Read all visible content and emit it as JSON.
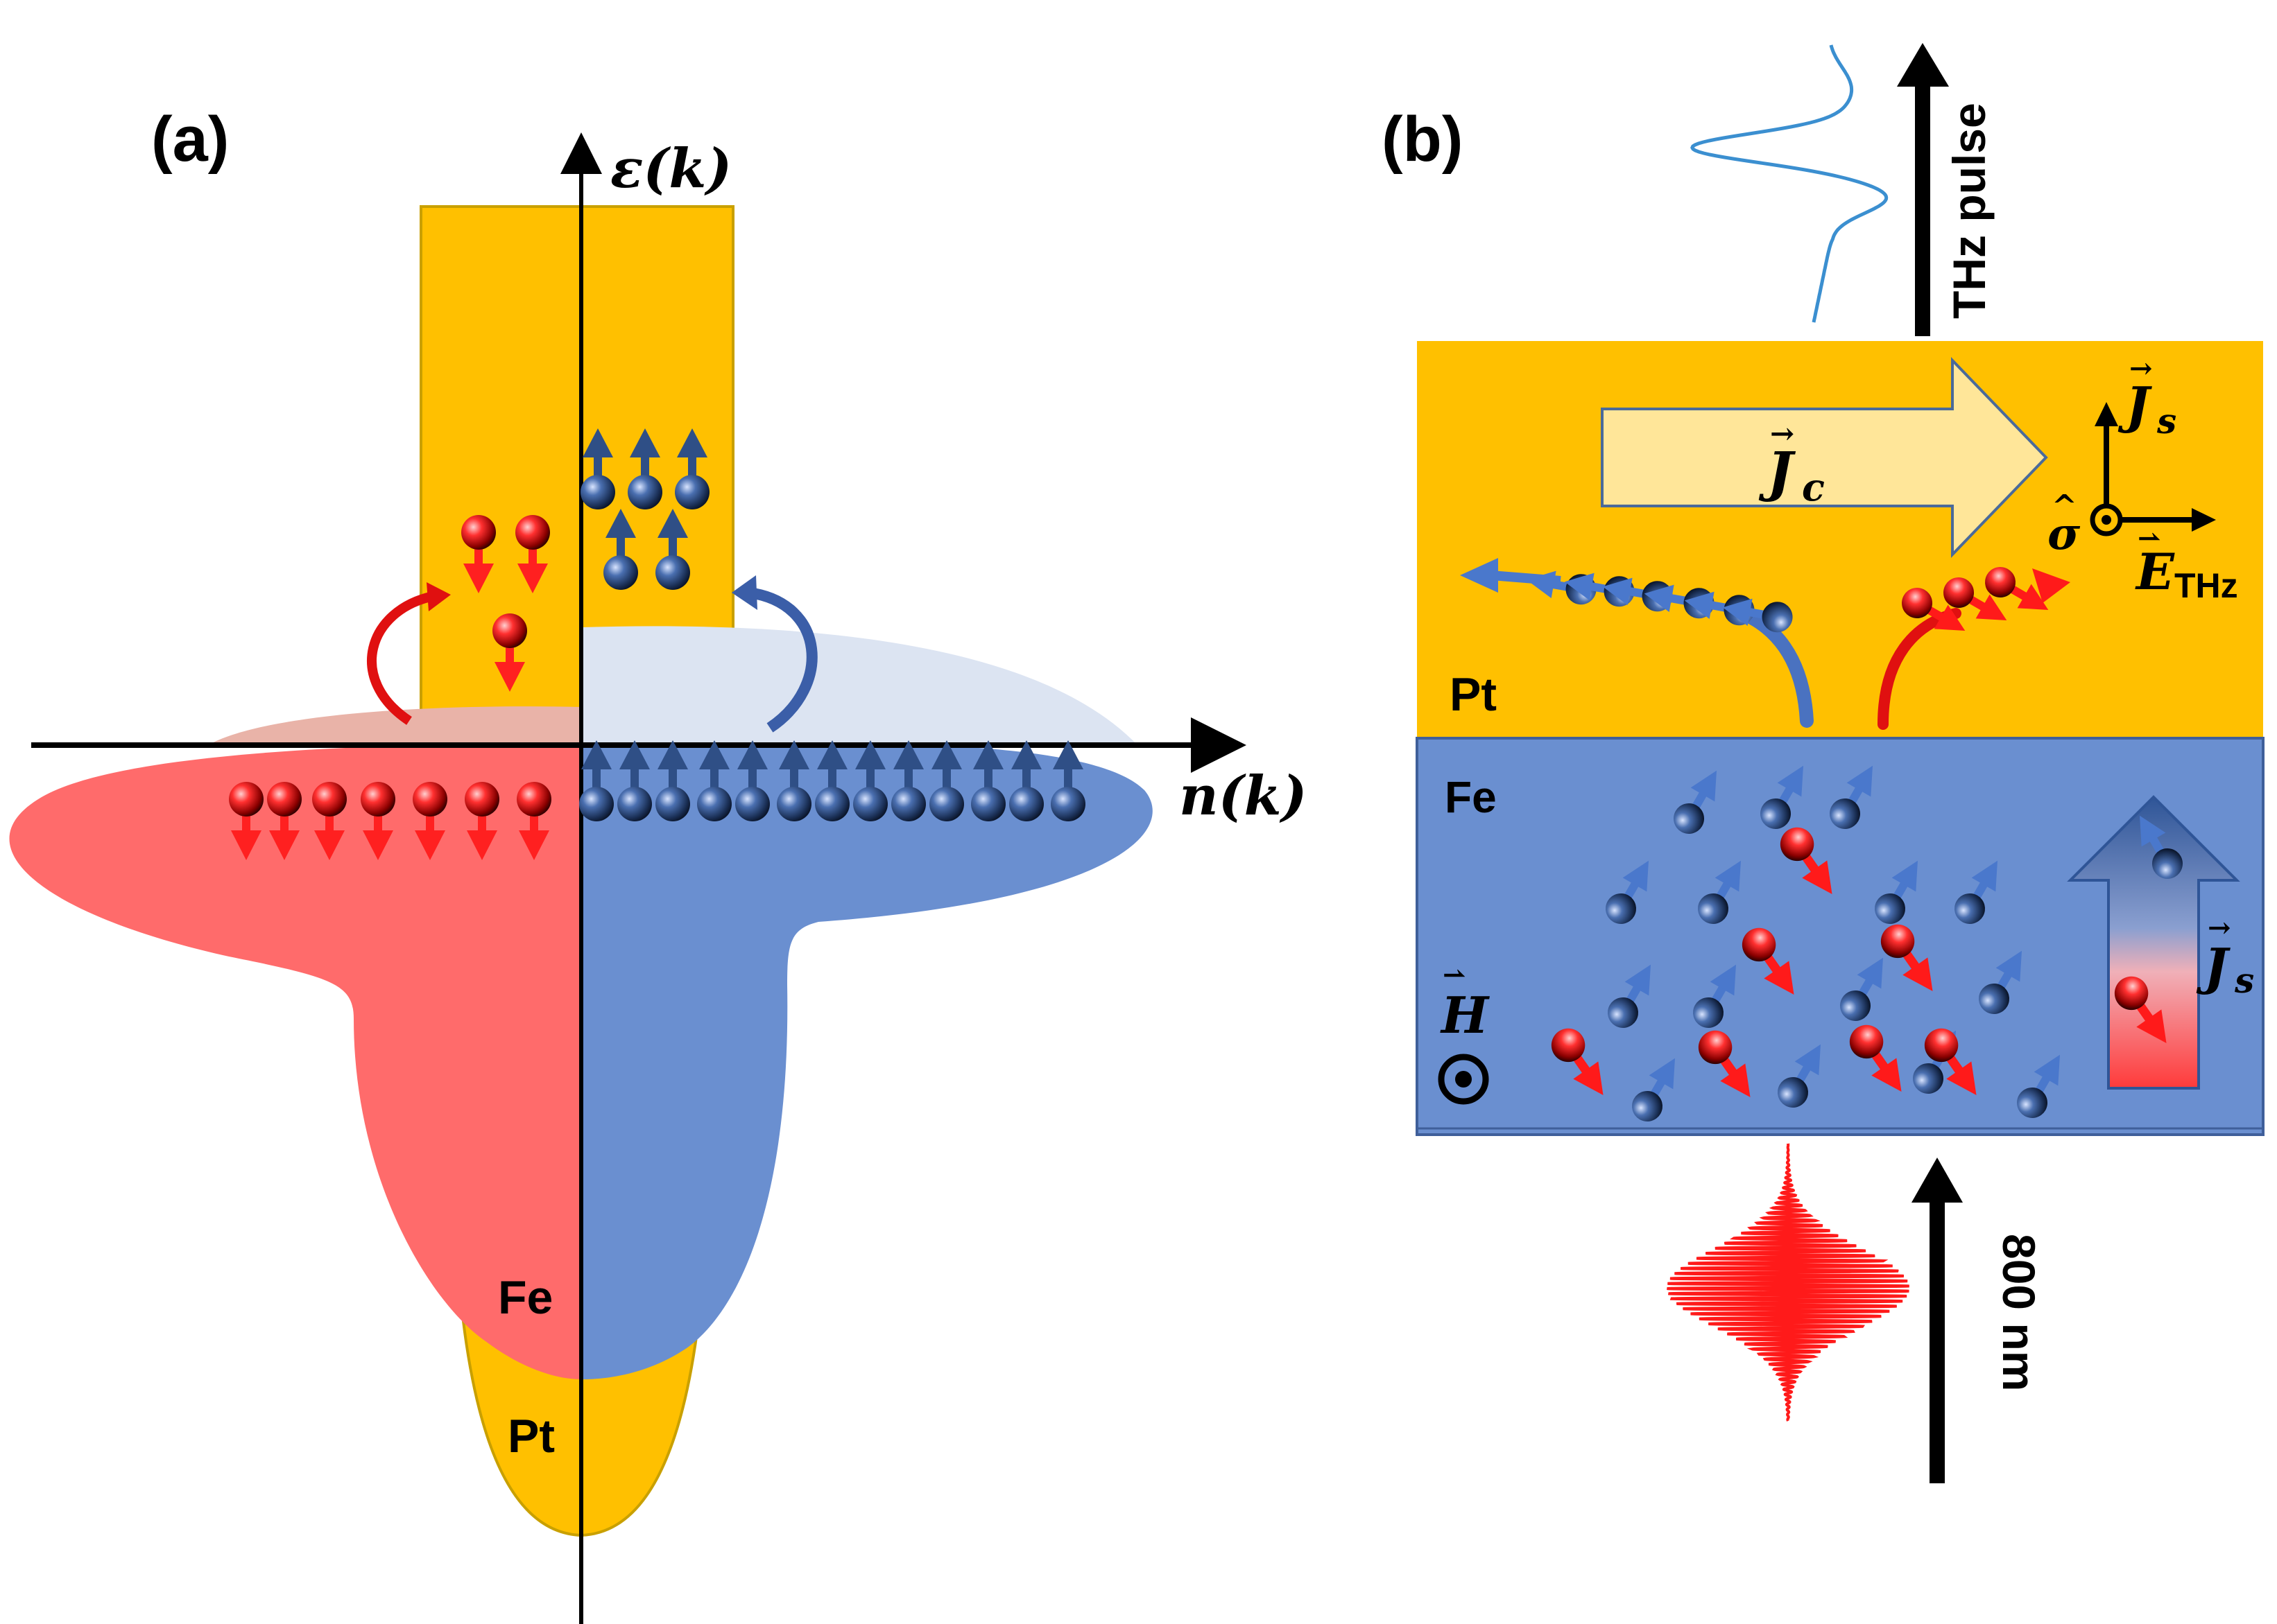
{
  "panel_a": {
    "label": "(a)",
    "y_axis_label": "ε(k)",
    "x_axis_label": "n(k)",
    "fe_label": "Fe",
    "pt_label": "Pt"
  },
  "panel_b": {
    "label": "(b)",
    "thz_label": "THz pulse",
    "laser_label": "800 nm",
    "pt_label": "Pt",
    "fe_label": "Fe",
    "jc_label": "J",
    "jc_sub": "c",
    "js_top_label": "J",
    "js_top_sub": "s",
    "js_side_label": "J",
    "js_side_sub": "s",
    "e_thz_label": "E",
    "e_thz_sub": "THz",
    "sigma_label": "σ",
    "h_label": "H"
  },
  "colors": {
    "pt": "#ffc000",
    "fe_minority": "#ff6b6b",
    "fe_majority": "#6a8fd0",
    "pt_light_blue": "#dce4f2",
    "pt_light_red": "#e9b3a8",
    "spin_red": "#ff2020",
    "spin_blue": "#2f4f86",
    "thz_wave": "#3b8fd0",
    "laser": "#ff1a1a"
  }
}
